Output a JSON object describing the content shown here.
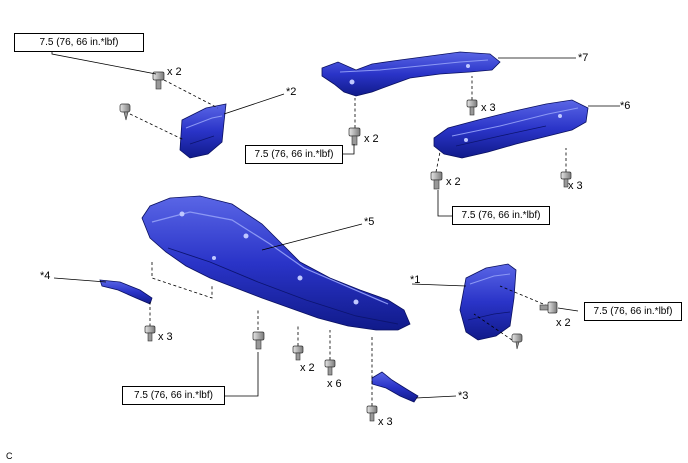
{
  "torque_spec": "7.5 (76, 66 in.*lbf)",
  "callouts": {
    "c1": "*1",
    "c2": "*2",
    "c3": "*3",
    "c4": "*4",
    "c5": "*5",
    "c6": "*6",
    "c7": "*7"
  },
  "quantities": {
    "q_top_left": "x 2",
    "q_c7": "x 3",
    "q_c7_left": "x 2",
    "q_c6_left": "x 2",
    "q_c6_right": "x 3",
    "q_c4": "x 3",
    "q_c5_a": "x 2",
    "q_c5_b": "x 6",
    "q_c3": "x 3",
    "q_c1": "x 2"
  },
  "footer_code": "C",
  "colors": {
    "part_fill": "#2a34c8",
    "part_dark": "#101a8a",
    "part_light": "#6a78ee",
    "fastener": "#b8b8b8"
  }
}
